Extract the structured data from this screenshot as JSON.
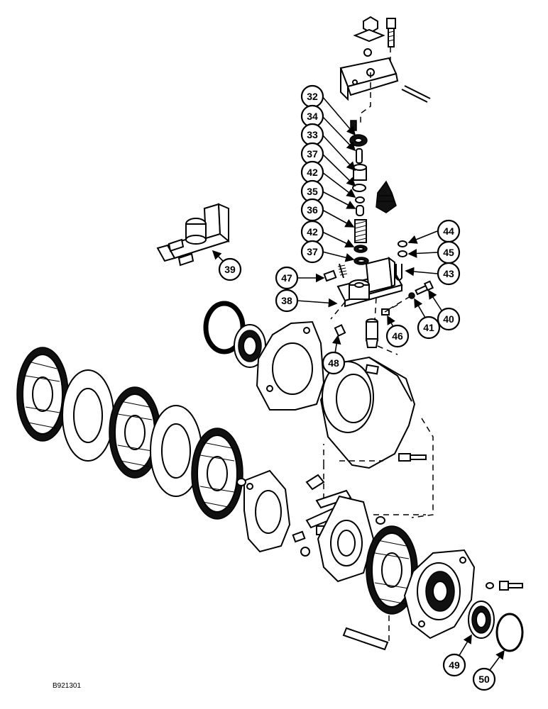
{
  "drawing_id": "B921301",
  "callouts": [
    {
      "label": "32"
    },
    {
      "label": "34"
    },
    {
      "label": "33"
    },
    {
      "label": "37"
    },
    {
      "label": "42"
    },
    {
      "label": "35"
    },
    {
      "label": "36"
    },
    {
      "label": "42"
    },
    {
      "label": "37"
    },
    {
      "label": "39"
    },
    {
      "label": "44"
    },
    {
      "label": "45"
    },
    {
      "label": "47"
    },
    {
      "label": "43"
    },
    {
      "label": "38"
    },
    {
      "label": "40"
    },
    {
      "label": "41"
    },
    {
      "label": "46"
    },
    {
      "label": "48"
    },
    {
      "label": "49"
    },
    {
      "label": "50"
    }
  ]
}
